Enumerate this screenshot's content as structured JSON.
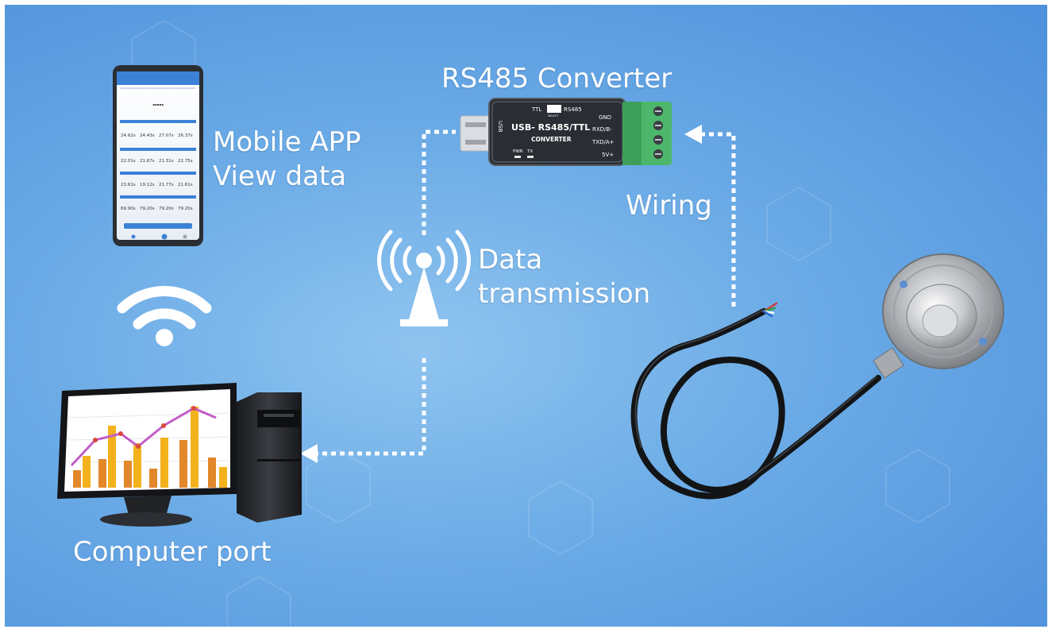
{
  "labels": {
    "converter": "RS485 Converter",
    "mobile_line1": "Mobile APP",
    "mobile_line2": "View data",
    "wiring": "Wiring",
    "data_line1": "Data",
    "data_line2": "transmission",
    "computer": "Computer port"
  },
  "converter_device": {
    "title": "USB- RS485/TTL",
    "subtitle": "CONVERTER",
    "usb_text": "USB",
    "ttl": "TTL",
    "select": "SELECT",
    "rs485": "RS485",
    "pins": [
      "GND",
      "RXD/B-",
      "TXD/A+",
      "5V+"
    ],
    "leds": [
      "PWR",
      "TX"
    ]
  },
  "phone": {
    "values_row1": [
      "24.62s",
      "24.43s",
      "27.07s",
      "26.37s"
    ],
    "values_row2": [
      "22.01s",
      "21.67s",
      "21.31s",
      "22.75s"
    ],
    "values_row3": [
      "23.61s",
      "19.12s",
      "21.77s",
      "21.61s"
    ],
    "values_row4": [
      "69.90s",
      "79.20s",
      "79.20s",
      "79.20s"
    ]
  },
  "colors": {
    "background": "#5b9ce0",
    "text": "#ffffff",
    "converter_body": "#2a2d33",
    "terminal_green": "#4cb76a",
    "chart_bar_orange": "#e3872b",
    "chart_bar_yellow": "#f3b21c",
    "chart_line": "#c45cc7"
  },
  "icons": [
    "smartphone-icon",
    "wifi-icon",
    "antenna-icon",
    "computer-icon",
    "usb-converter-icon",
    "pressure-sensor-icon"
  ]
}
